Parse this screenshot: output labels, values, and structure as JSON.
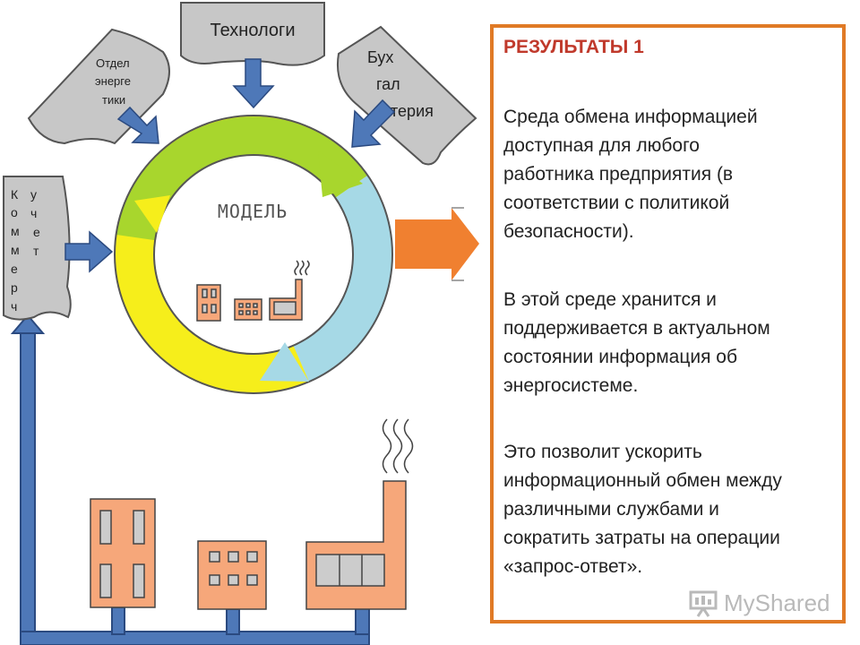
{
  "labels": {
    "technologists": "Технологи",
    "energy_dept": [
      "Отдел",
      "энерге",
      "тики"
    ],
    "accounting": [
      "Бух",
      "гал",
      "терия"
    ],
    "model": "МОДЕЛЬ",
    "commercial_letters": [
      "К",
      "о",
      "м",
      "м",
      "е",
      "р",
      "ч"
    ],
    "accounting_letters": [
      "у",
      "ч",
      "е",
      "т"
    ]
  },
  "panel": {
    "title": "РЕЗУЛЬТАТЫ 1",
    "paragraphs": [
      [
        "Среда обмена информацией",
        "доступная для любого",
        "работника предприятия (в",
        "соответствии с политикой",
        "безопасности)."
      ],
      [
        "В этой среде хранится и",
        "поддерживается в актуальном",
        "состоянии информация об",
        "энергосистеме."
      ],
      [
        "Это позволит ускорить",
        "информационный обмен между",
        "различными службами и",
        "сократить затраты на операции",
        "«запрос-ответ»."
      ]
    ]
  },
  "watermark": "MyShared",
  "colors": {
    "ring_green": "#a8d62d",
    "ring_yellow": "#f6ee1b",
    "ring_blue": "#a6d9e6",
    "arrow_blue": "#4e78b8",
    "building": "#f6a77a",
    "output_arrow": "#f08030",
    "panel_border": "#e07a26",
    "panel_title": "#c0392b",
    "box_gray": "#c7c7c7"
  }
}
